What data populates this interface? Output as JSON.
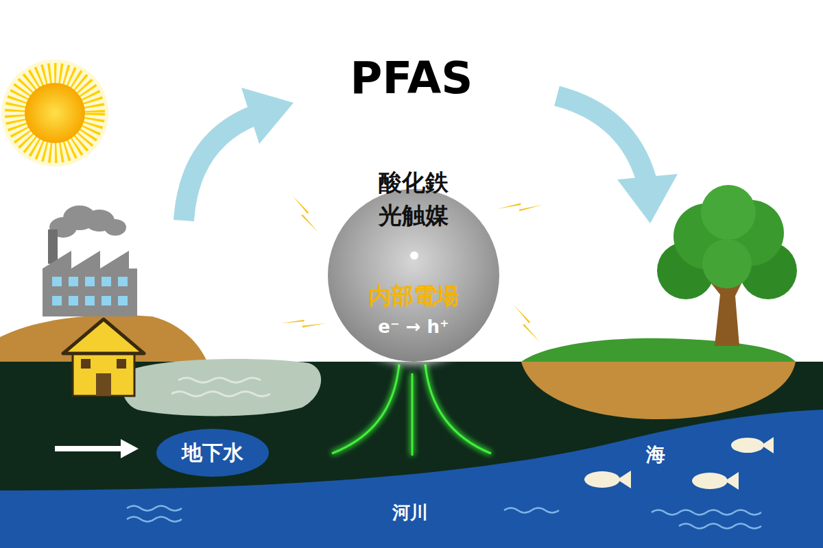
{
  "diagram": {
    "title": "PFAS",
    "nodes": [
      {
        "text": [
          "酸化鉄 光触媒",
          "内部電場",
          "e⁻ → h⁺"
        ]
      },
      {
        "text": [
          "地下水"
        ]
      }
    ],
    "labels": [
      "海",
      "河川"
    ]
  }
}
